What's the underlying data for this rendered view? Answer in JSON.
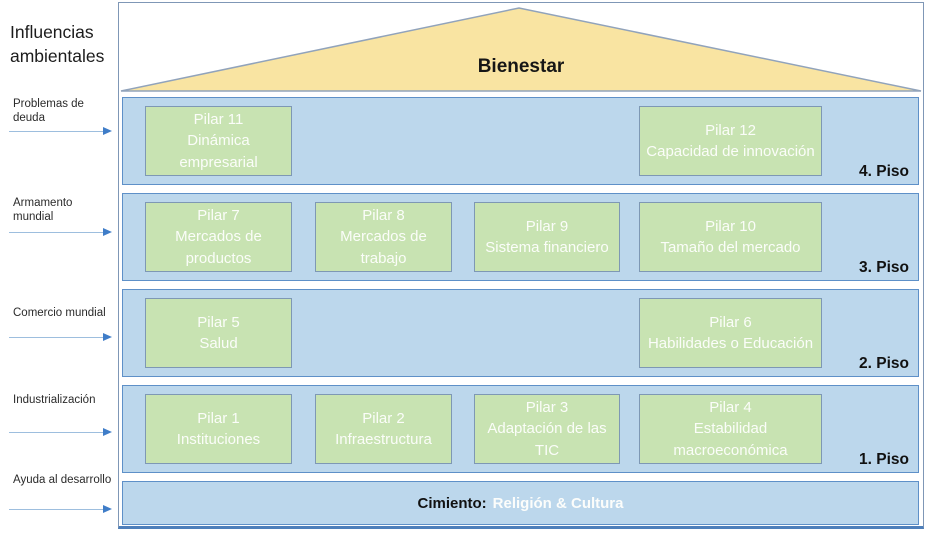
{
  "colors": {
    "roof_fill": "#f9e4a2",
    "roof_border": "#91a3bb",
    "floor_fill": "#bcd7ec",
    "floor_border": "#5e90c8",
    "pillar_fill": "#c8e3b2",
    "pillar_border": "#7e98b4",
    "arrow_head": "#3f7dc8"
  },
  "left_panel": {
    "title": "Influencias ambientales",
    "influences": [
      "Problemas de deuda",
      "Armamento mundial",
      "Comercio mundial",
      "Industrialización",
      "Ayuda al desarrollo"
    ]
  },
  "roof": {
    "label": "Bienestar"
  },
  "floors": [
    {
      "label": "4. Piso",
      "pillars": [
        {
          "name": "Pilar 11",
          "desc": "Dinámica empresarial",
          "col": 1
        },
        {
          "name": "Pilar 12",
          "desc": "Capacidad de innovación",
          "col": 4
        }
      ]
    },
    {
      "label": "3. Piso",
      "pillars": [
        {
          "name": "Pilar 7",
          "desc": "Mercados de productos",
          "col": 1
        },
        {
          "name": "Pilar 8",
          "desc": "Mercados de trabajo",
          "col": 2
        },
        {
          "name": "Pilar 9",
          "desc": "Sistema financiero",
          "col": 3
        },
        {
          "name": "Pilar 10",
          "desc": "Tamaño del mercado",
          "col": 4
        }
      ]
    },
    {
      "label": "2. Piso",
      "pillars": [
        {
          "name": "Pilar 5",
          "desc": "Salud",
          "col": 1
        },
        {
          "name": "Pilar 6",
          "desc": "Habilidades o Educación",
          "col": 4
        }
      ]
    },
    {
      "label": "1. Piso",
      "pillars": [
        {
          "name": "Pilar 1",
          "desc": "Instituciones",
          "col": 1
        },
        {
          "name": "Pilar 2",
          "desc": "Infraestructura",
          "col": 2
        },
        {
          "name": "Pilar 3",
          "desc": "Adaptación de las TIC",
          "col": 3
        },
        {
          "name": "Pilar 4",
          "desc": "Estabilidad macroeconómica",
          "col": 4
        }
      ]
    }
  ],
  "foundation": {
    "prefix": "Cimiento:",
    "value": "Religión & Cultura"
  }
}
